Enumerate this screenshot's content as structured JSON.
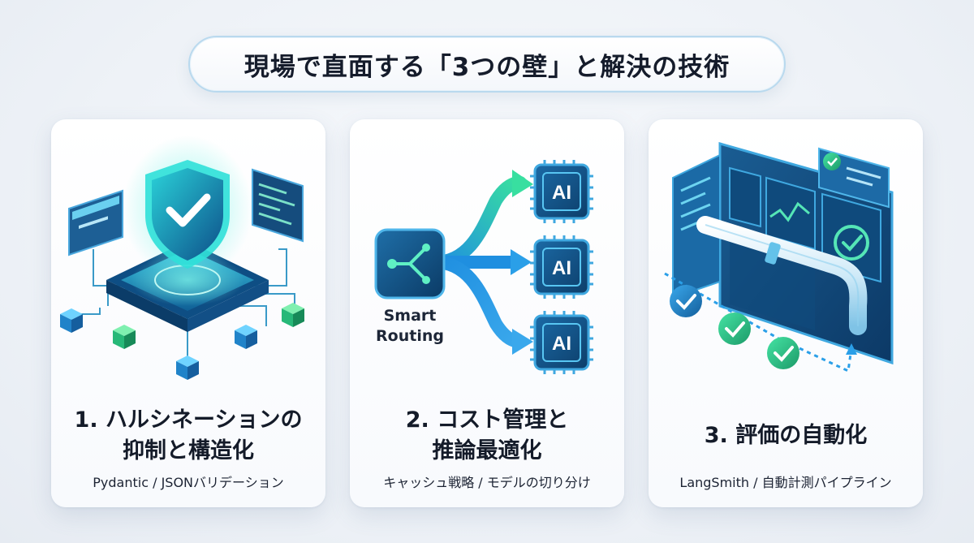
{
  "title": "現場で直面する「3つの壁」と解決の技術",
  "cards": [
    {
      "title_line1": "1. ハルシネーションの",
      "title_line2": "抑制と構造化",
      "subtitle": "Pydantic / JSONバリデーション",
      "icon": "shield-check-icon"
    },
    {
      "title_line1": "2. コスト管理と",
      "title_line2": "推論最適化",
      "subtitle": "キャッシュ戦略 / モデルの切り分け",
      "icon": "routing-icon",
      "router_label_line1": "Smart",
      "router_label_line2": "Routing",
      "chip_label": "AI"
    },
    {
      "title_line1": "3. 評価の自動化",
      "subtitle": "LangSmith / 自動計測パイプライン",
      "icon": "dashboard-pipeline-icon"
    }
  ],
  "colors": {
    "accent_blue": "#1e88d6",
    "accent_green": "#2ecf8e",
    "navy": "#14466e",
    "pill_border": "#b9d9ee"
  }
}
